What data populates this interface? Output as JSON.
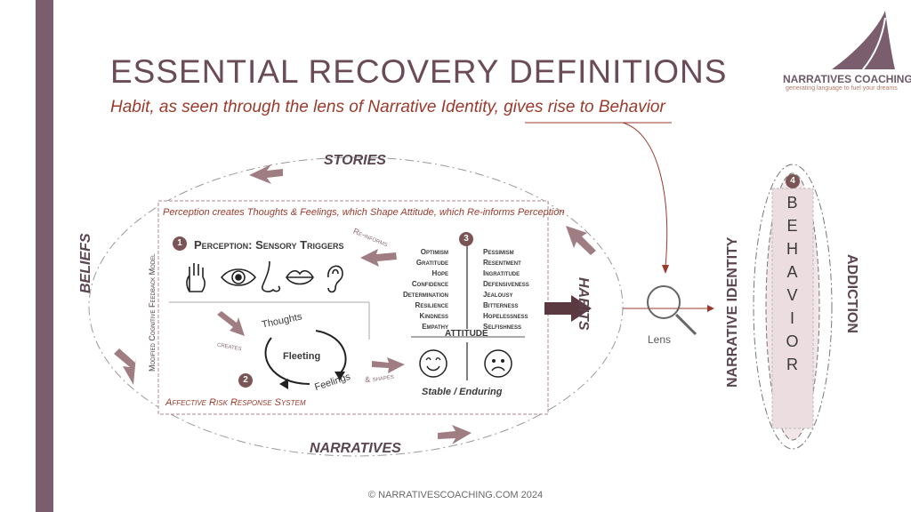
{
  "title": "ESSENTIAL RECOVERY DEFINITIONS",
  "subtitle": "Habit, as seen through the lens of Narrative Identity, gives rise to Behavior",
  "logo": {
    "name": "NARRATIVES COACHING",
    "tagline": "generating language to fuel your dreams"
  },
  "cycle": {
    "stories": "STORIES",
    "narratives": "NARRATIVES",
    "beliefs": "BELIEFS",
    "habits": "HABITS"
  },
  "model": {
    "side_label": "Modified Cognitive Feedback Model",
    "caption": "Perception creates Thoughts & Feelings, which Shape Attitude, which Re-informs Perception",
    "bottom_label": "Affective Risk Response System",
    "step1": "1",
    "step2": "2",
    "step3": "3",
    "perception": "Perception: Sensory Triggers",
    "reinforms": "Re-informs",
    "creates": "creates",
    "shapes": "& shapes",
    "thoughts": "Thoughts",
    "fleeting": "Fleeting",
    "feelings": "Feelings",
    "attitude": "ATTITUDE",
    "stable": "Stable / Enduring",
    "positive": [
      "Optimism",
      "Gratitude",
      "Hope",
      "Confidence",
      "Determination",
      "Resilience",
      "Kindness",
      "Empathy"
    ],
    "negative": [
      "Pessimism",
      "Resentment",
      "Ingratitude",
      "Defensiveness",
      "Jealousy",
      "Bitterness",
      "Hopelessness",
      "Selfishness"
    ]
  },
  "lens": "Lens",
  "narrative_identity": "NARRATIVE IDENTITY",
  "addiction": "ADDICTION",
  "step4": "4",
  "behavior_letters": [
    "B",
    "E",
    "H",
    "A",
    "V",
    "I",
    "O",
    "R"
  ],
  "footer": "© NARRATIVESCOACHING.COM 2024",
  "colors": {
    "sidebar": "#7b5e6e",
    "title": "#6b4b55",
    "subtitle": "#9b3a2c",
    "arrow": "#a07d82",
    "dark_arrow": "#5a3a40"
  },
  "icons": [
    "hand-icon",
    "eye-icon",
    "nose-icon",
    "lips-icon",
    "ear-icon",
    "smiley-icon",
    "sad-face-icon",
    "magnifier-icon"
  ]
}
